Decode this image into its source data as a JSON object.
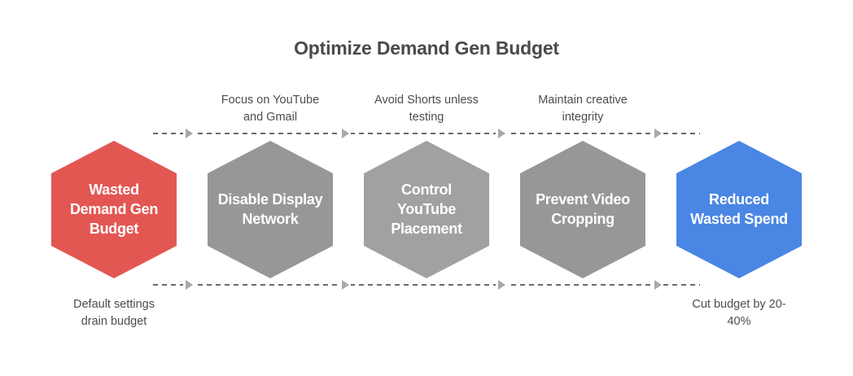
{
  "title": "Optimize Demand Gen Budget",
  "steps": [
    {
      "label": "Wasted Demand Gen Budget",
      "lines": [
        "Wasted",
        "Demand Gen",
        "Budget"
      ],
      "color": "#E35753",
      "annotation": [
        "Default settings",
        "drain budget"
      ],
      "annotation_position": "bottom"
    },
    {
      "label": "Disable Display Network",
      "lines": [
        "Disable Display",
        "Network"
      ],
      "color": "#979797",
      "annotation": [
        "Focus on YouTube",
        "and Gmail"
      ],
      "annotation_position": "top"
    },
    {
      "label": "Control YouTube Placement",
      "lines": [
        "Control",
        "YouTube",
        "Placement"
      ],
      "color": "#A1A1A1",
      "annotation": [
        "Avoid Shorts unless",
        "testing"
      ],
      "annotation_position": "top"
    },
    {
      "label": "Prevent Video Cropping",
      "lines": [
        "Prevent Video",
        "Cropping"
      ],
      "color": "#979797",
      "annotation": [
        "Maintain creative",
        "integrity"
      ],
      "annotation_position": "top"
    },
    {
      "label": "Reduced Wasted Spend",
      "lines": [
        "Reduced",
        "Wasted Spend"
      ],
      "color": "#4A86E4",
      "annotation": [
        "Cut budget by 20-",
        "40%"
      ],
      "annotation_position": "bottom"
    }
  ],
  "colors": {
    "connector": "#6b6b6b",
    "arrow": "#a8a8a8",
    "text": "#4d4d4d",
    "title": "#4a4a4a"
  }
}
